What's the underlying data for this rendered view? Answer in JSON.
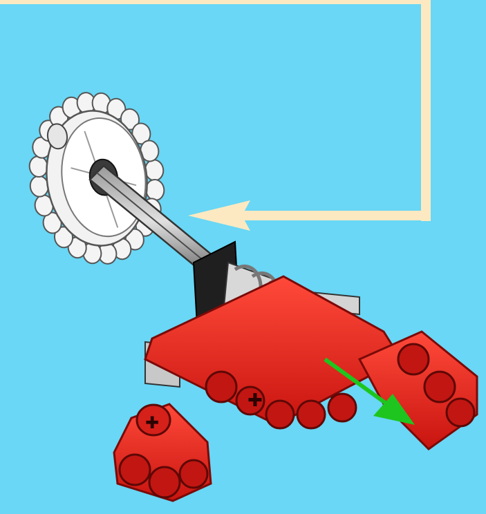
{
  "scene": {
    "background_color": "#69D7F5",
    "callout_color": "#FCE9C2",
    "part_colors": {
      "red": "#E3211B",
      "dark_red": "#8F0F0C",
      "black": "#1A1A1A",
      "light_gray": "#CFCFCF",
      "dark_gray": "#5A5A5A",
      "white": "#F5F5F5",
      "green": "#1EC51E"
    },
    "parts": [
      {
        "name": "gear-icon",
        "kind": "white 24-tooth gear"
      },
      {
        "name": "axle-icon",
        "kind": "long gray axle"
      },
      {
        "name": "worm-gear-icon",
        "kind": "gray worm gear"
      },
      {
        "name": "red-beam-icon",
        "kind": "red liftarm frame"
      },
      {
        "name": "green-direction-arrow",
        "kind": "rotation direction indicator"
      }
    ]
  }
}
